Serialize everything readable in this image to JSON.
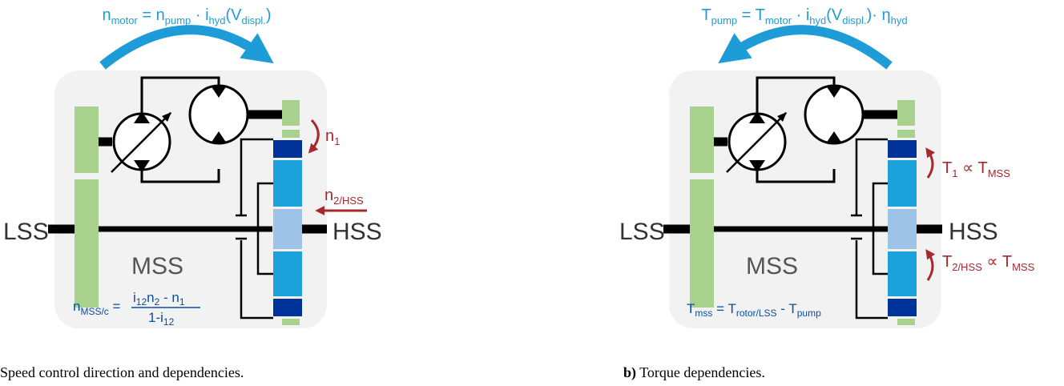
{
  "panel_a": {
    "title_formula": {
      "lhs": "n",
      "lhs_sub": "motor",
      "eq": " = ",
      "t1": "n",
      "t1_sub": "pump",
      "dot": " · ",
      "t2": "i",
      "t2_sub": "hyd",
      "paren_open": "(V",
      "paren_sub": "displ.",
      "paren_close": ")"
    },
    "lss": "LSS",
    "hss": "HSS",
    "mss": "MSS",
    "n1": {
      "main": "n",
      "sub": "1"
    },
    "n2": {
      "main": "n",
      "sub": "2/HSS"
    },
    "mss_formula": {
      "lhs": "n",
      "lhs_sub": "MSS/c",
      "eq": " =",
      "num_a": "i",
      "num_a_sub": "12",
      "num_b": "n",
      "num_b_sub": "2",
      "num_c": " - n",
      "num_c_sub": "1",
      "den_a": "1-i",
      "den_a_sub": "12"
    },
    "caption": "Speed control direction and dependencies."
  },
  "panel_b": {
    "title_formula": {
      "lhs": "T",
      "lhs_sub": "pump",
      "eq": " = ",
      "t1": "T",
      "t1_sub": "motor",
      "dot": " · ",
      "t2": "i",
      "t2_sub": "hyd",
      "paren_open": "(V",
      "paren_sub": "displ.",
      "paren_close": ")· η",
      "eta_sub": "hyd"
    },
    "lss": "LSS",
    "hss": "HSS",
    "mss": "MSS",
    "t1": {
      "main": "T",
      "sub": "1",
      "prop": " ∝ T",
      "prop_sub": "MSS"
    },
    "t2": {
      "main": "T",
      "sub": "2/HSS",
      "prop": " ∝ T",
      "prop_sub": "MSS"
    },
    "mss_formula": {
      "lhs": "T",
      "lhs_sub": "mss",
      "eq": " = T",
      "a_sub": "rotor/LSS",
      "minus": " - T",
      "b_sub": "pump"
    },
    "caption_label": "b)",
    "caption": " Torque dependencies."
  },
  "colors": {
    "panel_bg": "#f2f2f2",
    "light_green": "#a9d18e",
    "cyan": "#1ba1db",
    "dark_blue": "#003399",
    "light_blue": "#9dc3e6",
    "red": "#a5282c",
    "formula_blue": "#0b4ea2",
    "arrow_blue": "#1e9cd7"
  }
}
